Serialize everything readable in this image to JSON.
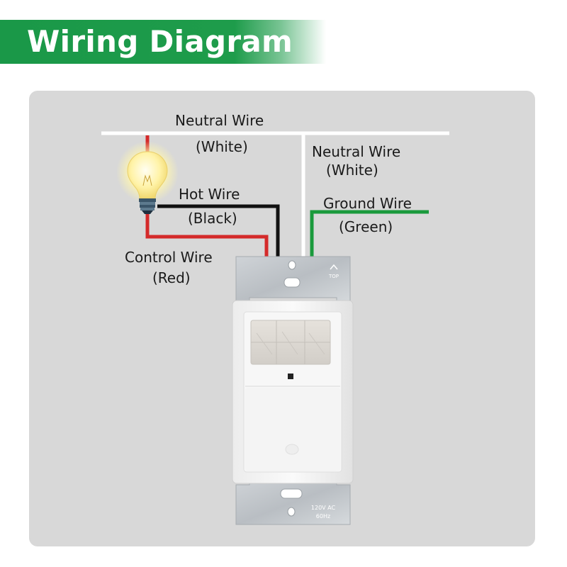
{
  "header": {
    "title": "Wiring Diagram"
  },
  "labels": {
    "neutral_top": "Neutral Wire",
    "neutral_top_color": "(White)",
    "neutral_right": "Neutral Wire",
    "neutral_right_color": "(White)",
    "hot": "Hot Wire",
    "hot_color": "(Black)",
    "ground": "Ground Wire",
    "ground_color": "(Green)",
    "control": "Control Wire",
    "control_color": "(Red)"
  },
  "device": {
    "top_mark": "TOP",
    "rating_line1": "120V AC",
    "rating_line2": "60Hz"
  },
  "colors": {
    "banner": "#1e9c4b",
    "panel": "#d8d8d8",
    "neutral_wire": "#ffffff",
    "hot_wire": "#111111",
    "control_wire": "#d42a2a",
    "ground_wire": "#1a9a3c",
    "bulb_glow": "#fff6b0"
  },
  "icons": [
    "light-bulb-icon",
    "motion-sensor-switch"
  ]
}
